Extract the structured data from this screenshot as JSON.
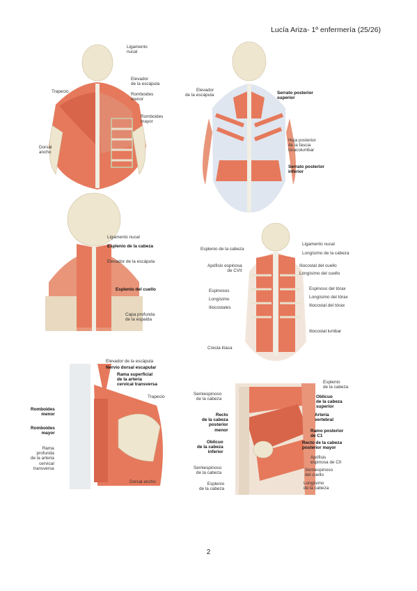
{
  "header": {
    "text": "Lucía Ariza- 1º enfermería (25/26)"
  },
  "page_number": "2",
  "fig1": {
    "ligamento_nucal": "Ligamento\nnucal",
    "elevador": "Elevador\nde la escápula",
    "romboides_menor": "Romboides\nmenor",
    "trapecio": "Trapecio",
    "romboides_mayor": "Romboides\nmayor",
    "dorsal_ancho": "Dorsal\nancho"
  },
  "fig2": {
    "elevador": "Elevador\nde la escápula",
    "serrato_sup": "Serrato posterior\nsuperior",
    "hoja": "Hoja posterior\nde la fascia\ntoracolumbar",
    "serrato_inf": "Serrato posterior\ninferior"
  },
  "fig3": {
    "ligamento_nucal": "Ligamento nucal",
    "esplenio_cabeza": "Esplenio de la cabeza",
    "elevador": "Elevador de la escápula",
    "esplenio_cuello": "Esplenio del cuello",
    "capa_profunda": "Capa profunda\nde la espalda"
  },
  "fig4": {
    "esplenio_cabeza": "Esplenio de la cabeza",
    "ligamento_nucal": "Ligamento nucal",
    "longisimo_cabeza": "Longísimo de la cabeza",
    "apofisis": "Apófisis espinosa\nde CVII",
    "iliocostal_cuello": "Iliocostal del cuello",
    "longisimo_cuello": "Longísimo del cuello",
    "espinosos": "Espinosos",
    "espinoso_torax": "Espinoso del tórax",
    "longisimo": "Longísimo",
    "longisimo_torax": "Longísimo del tórax",
    "iliocostales": "Iliocostales",
    "iliocostal_torax": "Iliocostal del tórax",
    "iliocostal_lumbar": "Iliocostal lumbar",
    "cresta": "Cresta ilíaca"
  },
  "fig5": {
    "elevador": "Elevador de la escápula",
    "nervio": "Nervio dorsal escapular",
    "rama_sup": "Rama superficial\nde la arteria\ncervical transversa",
    "trapecio": "Trapecio",
    "romboides_menor": "Romboides\nmenor",
    "romboides_mayor": "Romboides\nmayor",
    "rama_prof": "Rama\nprofunda\nde la arteria\ncervical\ntransversa",
    "dorsal_ancho": "Dorsal ancho"
  },
  "fig6": {
    "semiespinoso_cabeza": "Semiespinoso\nde la cabeza",
    "esplenio_cabeza_top": "Esplenio\nde la cabeza",
    "oblicuo_sup": "Oblicuo\nde la cabeza\nsuperior",
    "arteria": "Arteria\nvertebral",
    "recto_menor": "Recto\nde la cabeza\nposterior\nmenor",
    "ramo": "Ramo posterior\nde C1",
    "oblicuo_inf": "Oblicuo\nde la cabeza\ninferior",
    "recto_mayor": "Recto de la cabeza\nposterior mayor",
    "apofisis": "Apófisis\nespinosa de CII",
    "semiespinoso_cabeza2": "Semiespinoso\nde la cabeza",
    "semiespinoso_cuello": "Semiespinoso\ndel cuello",
    "esplenio_cabeza_bottom": "Esplenio\nde la cabeza",
    "longisimo_cabeza": "Longísimo\nde la cabeza"
  }
}
